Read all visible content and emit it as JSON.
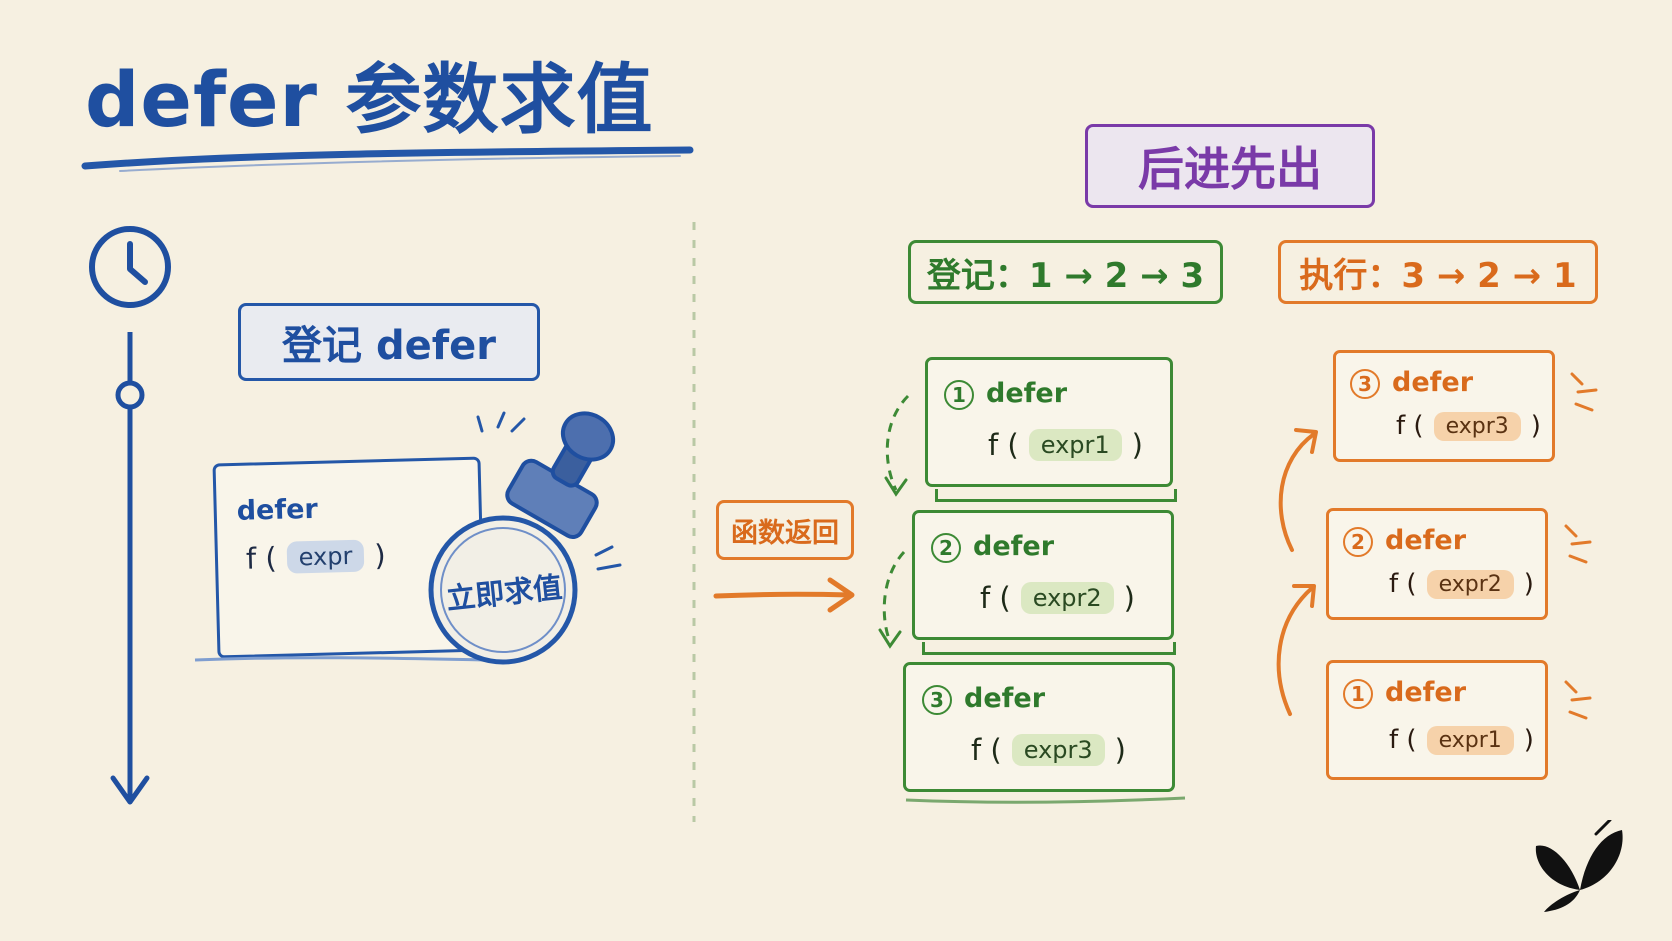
{
  "title": "defer 参数求值",
  "left": {
    "register_label": "登记 defer",
    "card": {
      "keyword": "defer",
      "fn": "f (",
      "arg": "expr",
      "close": ")"
    },
    "stamp_text": "立即求值"
  },
  "middle": {
    "return_label": "函数返回"
  },
  "right": {
    "lifo_label": "后进先出",
    "register_order": "登记：1 → 2 → 3",
    "exec_order": "执行：3 → 2 → 1",
    "stack_cards": [
      {
        "num": "1",
        "keyword": "defer",
        "fn": "f (",
        "arg": "expr1",
        "close": ")"
      },
      {
        "num": "2",
        "keyword": "defer",
        "fn": "f (",
        "arg": "expr2",
        "close": ")"
      },
      {
        "num": "3",
        "keyword": "defer",
        "fn": "f (",
        "arg": "expr3",
        "close": ")"
      }
    ],
    "exec_cards": [
      {
        "num": "3",
        "keyword": "defer",
        "fn": "f (",
        "arg": "expr3",
        "close": ")"
      },
      {
        "num": "2",
        "keyword": "defer",
        "fn": "f (",
        "arg": "expr2",
        "close": ")"
      },
      {
        "num": "1",
        "keyword": "defer",
        "fn": "f (",
        "arg": "expr1",
        "close": ")"
      }
    ]
  },
  "icons": [
    "clock-icon",
    "stamp-icon",
    "butterfly-logo"
  ],
  "colors": {
    "blue": "#1f4fa0",
    "green": "#3d8a35",
    "orange": "#e27a2a",
    "purple": "#7a3aa8",
    "background": "#f6f0e1"
  }
}
